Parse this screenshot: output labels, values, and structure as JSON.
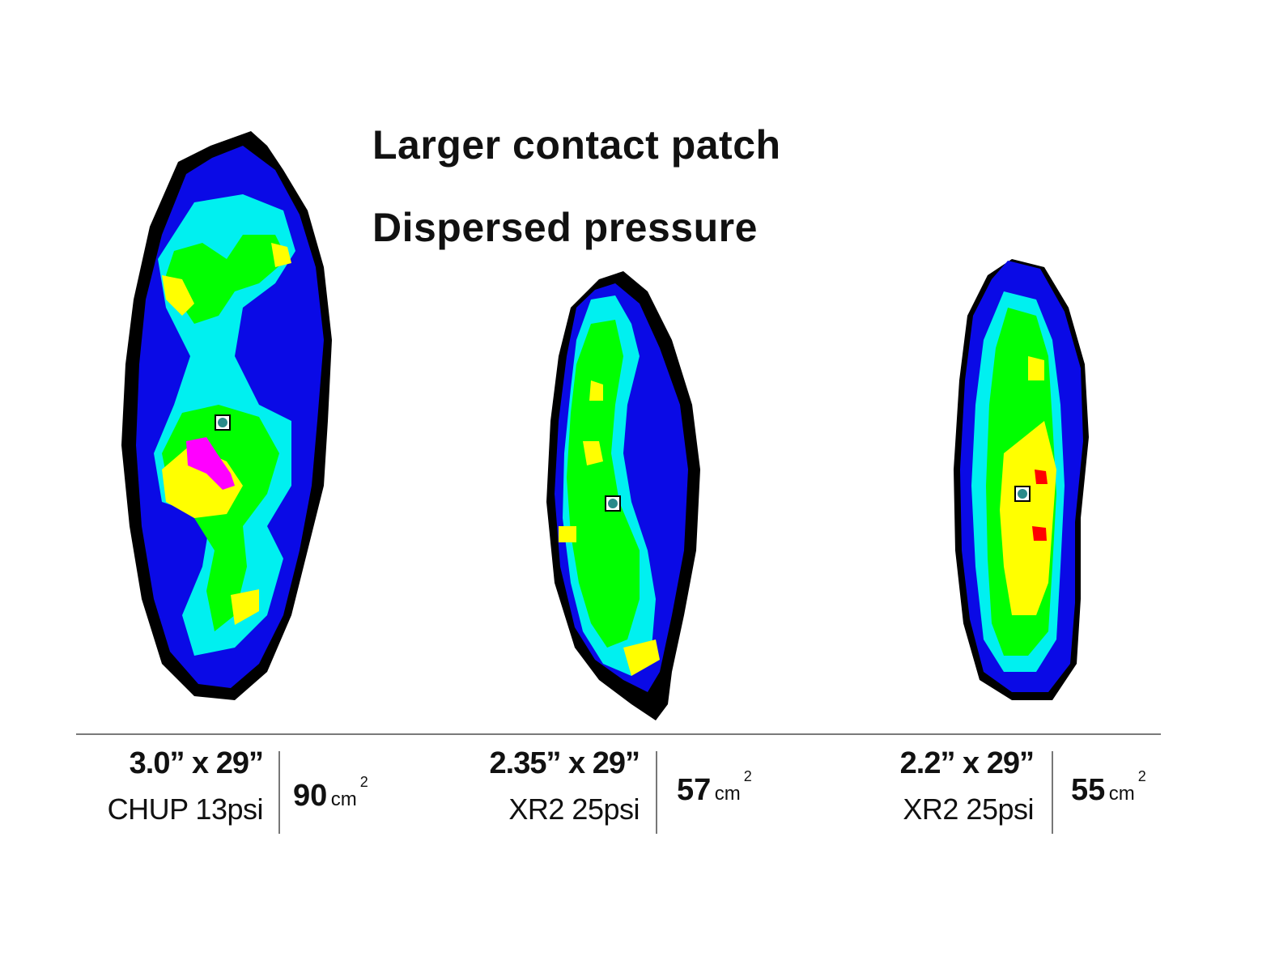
{
  "headings": {
    "line1": "Larger contact patch",
    "line2": "Dispersed pressure"
  },
  "colors": {
    "outer": "#000000",
    "low": "#0a0ae6",
    "mid_low": "#00f0f0",
    "mid": "#00ff00",
    "high": "#ffff00",
    "very_high": "#ff0000",
    "peak": "#ff00ff"
  },
  "patches": [
    {
      "dims": "3.0” x 29”",
      "tire": "CHUP  13psi",
      "area_value": "90",
      "area_unit": "cm",
      "area_exp": "2"
    },
    {
      "dims": "2.35” x 29”",
      "tire": "XR2  25psi",
      "area_value": "57",
      "area_unit": "cm",
      "area_exp": "2"
    },
    {
      "dims": "2.2” x 29”",
      "tire": "XR2  25psi",
      "area_value": "55",
      "area_unit": "cm",
      "area_exp": "2"
    }
  ]
}
